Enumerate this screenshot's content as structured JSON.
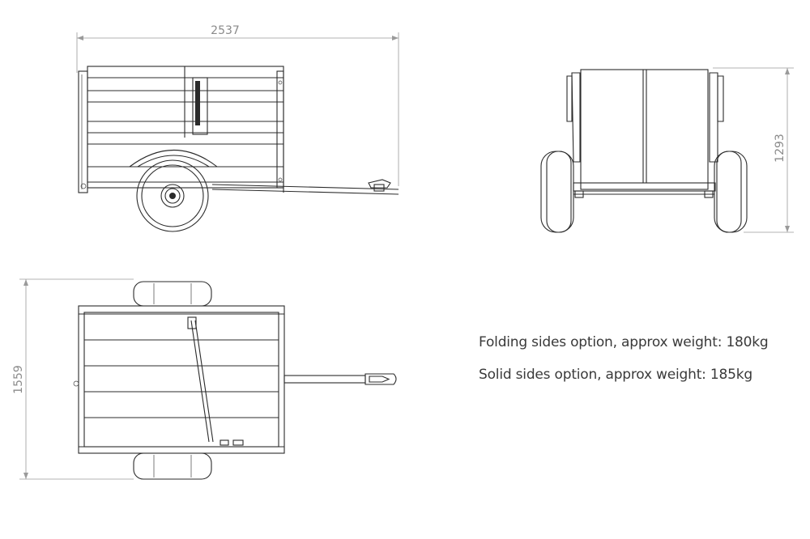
{
  "dimensions": {
    "length": "2537",
    "height": "1293",
    "width": "1559"
  },
  "notes": {
    "folding": "Folding sides option, approx weight: 180kg",
    "solid": "Solid sides option, approx weight: 185kg"
  },
  "colors": {
    "line": "#2b2b2b",
    "dimension": "#9a9a9a",
    "text": "#3a3a3a"
  }
}
